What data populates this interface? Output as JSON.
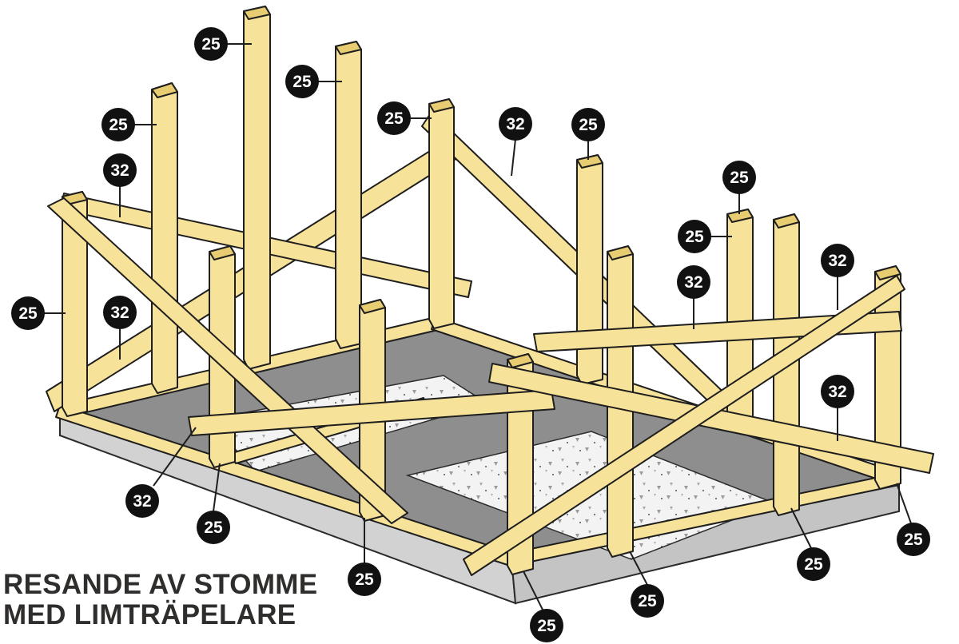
{
  "title": {
    "line1": "RESANDE AV STOMME",
    "line2": "MED LIMTRÄPELARE"
  },
  "callouts": [
    {
      "label": "25"
    },
    {
      "label": "25"
    },
    {
      "label": "25"
    },
    {
      "label": "32"
    },
    {
      "label": "25"
    },
    {
      "label": "32"
    },
    {
      "label": "25"
    },
    {
      "label": "32"
    },
    {
      "label": "25"
    },
    {
      "label": "32"
    },
    {
      "label": "32"
    },
    {
      "label": "32"
    },
    {
      "label": "25"
    },
    {
      "label": "25"
    },
    {
      "label": "25"
    },
    {
      "label": "25"
    },
    {
      "label": "25"
    },
    {
      "label": "25"
    },
    {
      "label": "25"
    },
    {
      "label": "25"
    },
    {
      "label": "32"
    }
  ],
  "colors": {
    "wood": "#f7e29a",
    "wood_shade": "#e8cc72",
    "outline": "#1e1e1e",
    "membrane": "#8b8b8b",
    "foundation": "#cfcfcf",
    "gravel": "#f1f1f1",
    "badge": "#111111"
  }
}
